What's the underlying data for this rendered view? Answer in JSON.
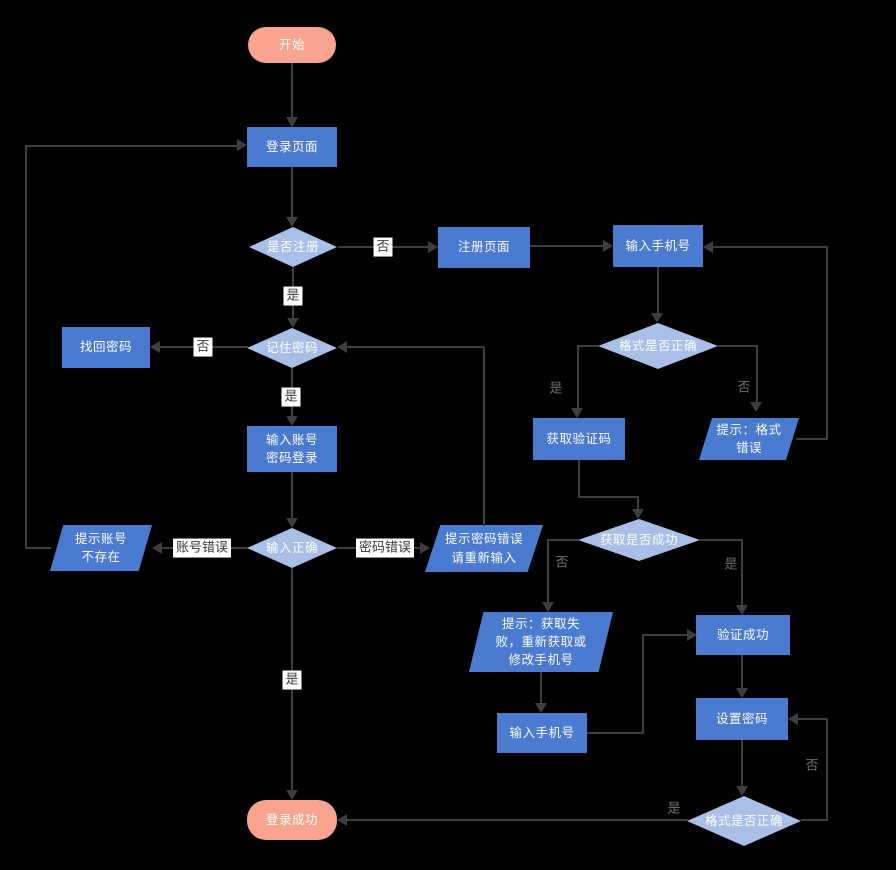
{
  "nodes": {
    "start": {
      "label": "开始",
      "type": "terminator"
    },
    "login_page": {
      "label": "登录页面",
      "type": "process"
    },
    "is_registered": {
      "label": "是否注册",
      "type": "decision"
    },
    "register_page": {
      "label": "注册页面",
      "type": "process"
    },
    "enter_phone_top": {
      "label": "输入手机号",
      "type": "process"
    },
    "format_check_top": {
      "label": "格式是否正确",
      "type": "decision"
    },
    "remember_password": {
      "label": "记住密码",
      "type": "decision"
    },
    "retrieve_password": {
      "label": "找回密码",
      "type": "process"
    },
    "enter_account": {
      "label": "输入账号\n密码登录",
      "type": "process"
    },
    "get_code": {
      "label": "获取验证码",
      "type": "process"
    },
    "tip_format_error": {
      "label": "提示：格式\n错误",
      "type": "data"
    },
    "input_correct": {
      "label": "输入正确",
      "type": "decision"
    },
    "tip_account_missing": {
      "label": "提示账号\n不存在",
      "type": "data"
    },
    "tip_password_error": {
      "label": "提示密码错误\n请重新输入",
      "type": "data"
    },
    "get_success": {
      "label": "获取是否成功",
      "type": "decision"
    },
    "tip_get_fail": {
      "label": "提示：获取失\n败，重新获取或\n修改手机号",
      "type": "data"
    },
    "verify_success": {
      "label": "验证成功",
      "type": "process"
    },
    "set_password": {
      "label": "设置密码",
      "type": "process"
    },
    "enter_phone_bottom": {
      "label": "输入手机号",
      "type": "process"
    },
    "format_check_bottom": {
      "label": "格式是否正确",
      "type": "decision"
    },
    "login_success": {
      "label": "登录成功",
      "type": "terminator"
    }
  },
  "edges": {
    "register_no": "否",
    "register_yes": "是",
    "remember_no": "否",
    "remember_yes": "是",
    "format_top_yes": "是",
    "format_top_no": "否",
    "account_error": "账号错误",
    "password_error": "密码错误",
    "login_yes": "是",
    "get_no": "否",
    "get_yes": "是",
    "format_bottom_no": "否",
    "format_bottom_yes": "是"
  },
  "colors": {
    "canvas_bg": "#000000",
    "process_fill": "#4a7bd0",
    "decision_fill": "#a9bfe8",
    "terminator_fill": "#f9a48e",
    "connector": "#3e3e3e",
    "node_text": "#fdfdfd",
    "label_boxed_bg": "#ffffff",
    "label_boxed_text": "#3a3a3a",
    "label_plain_text": "#707070"
  }
}
